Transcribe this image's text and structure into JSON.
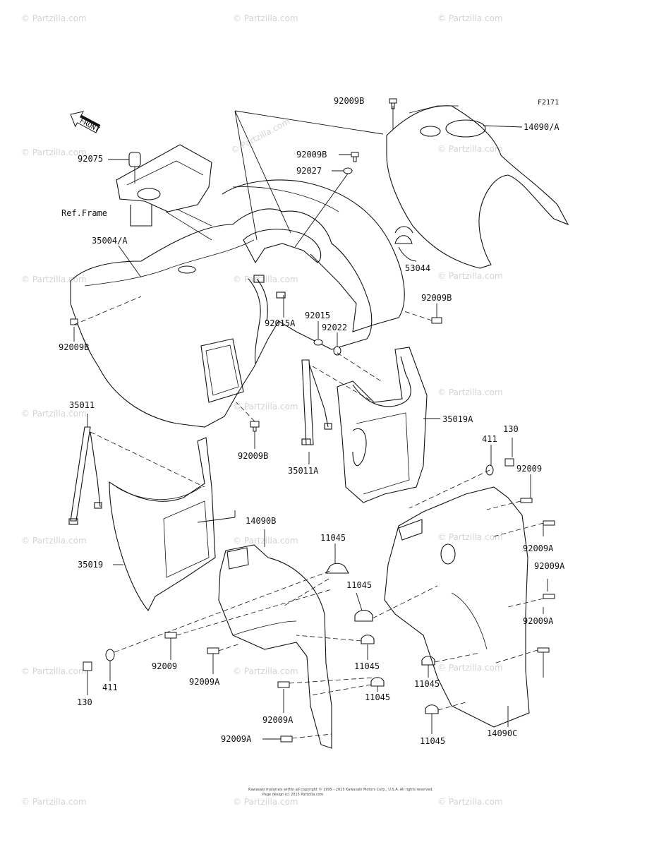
{
  "figure_code": "F2171",
  "front_arrow_label": "FRONT",
  "ref_frame_label": "Ref.Frame",
  "part_labels": {
    "p92009B_top": "92009B",
    "p14090A": "14090/A",
    "p92075": "92075",
    "p92009B_mid": "92009B",
    "p92027": "92027",
    "p35004A": "35004/A",
    "p53044": "53044",
    "p92009B_right": "92009B",
    "p92015A": "92015A",
    "p92015": "92015",
    "p92022": "92022",
    "p92009B_left": "92009B",
    "p35011": "35011",
    "p92009B_bottom": "92009B",
    "p35019A": "35019A",
    "p35011A": "35011A",
    "p130_right": "130",
    "p411_right": "411",
    "p92009_right": "92009",
    "p14090B": "14090B",
    "p11045_a": "11045",
    "p92009A_r1": "92009A",
    "p35019": "35019",
    "p11045_b": "11045",
    "p92009A_r2": "92009A",
    "p92009A_r3": "92009A",
    "p11045_c": "11045",
    "p92009_left": "92009",
    "p411_left": "411",
    "p92009A_left": "92009A",
    "p130_left": "130",
    "p11045_d": "11045",
    "p11045_e": "11045",
    "p92009A_low": "92009A",
    "p11045_f": "11045",
    "p14090C": "14090C",
    "p92009A_bottom": "92009A"
  },
  "watermark_text": "© Partzilla.com",
  "copyright_line1": "Kawasaki materials within all copyright © 1995 - 2015 Kawasaki Motors Corp., U.S.A. All rights reserved.",
  "copyright_line2": "Page design (c) 2015 Partzilla.com"
}
